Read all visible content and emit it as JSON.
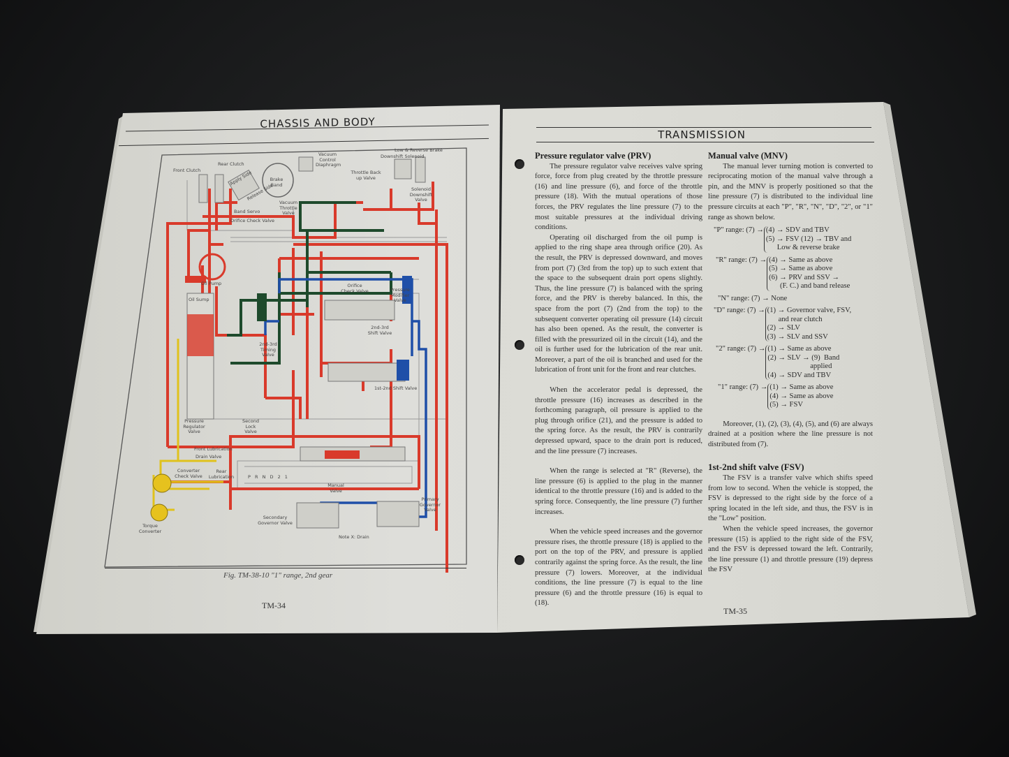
{
  "left_page": {
    "header": "CHASSIS AND BODY",
    "figure": {
      "caption": "Fig. TM-38-10  \"1\" range, 2nd gear",
      "labels": {
        "front_clutch": "Front Clutch",
        "rear_clutch": "Rear Clutch",
        "brake_band": "Brake Band",
        "band_servo": "Band Servo",
        "release_side": "Release Side",
        "apply_side": "Apply Side",
        "orifice_check_valve": "Orifice Check Valve",
        "vacuum_control_diaphragm": "Vacuum Control Diaphragm",
        "vacuum_throttle_valve": "Vacuum Throttle Valve",
        "throttle_back_up_valve": "Throttle Back up Valve",
        "low_reverse_brake": "Low & Reverse Brake",
        "downshift_solenoid": "Downshift Solenoid",
        "solenoid_downshift_valve": "Solenoid Downshift Valve",
        "oil_pump": "Oil Pump",
        "oil_sump": "Oil Sump",
        "timing_valve": "2nd-3rd Timing Valve",
        "orifice_check_valve_2": "Orifice Check Valve",
        "pressure_modifier_valve": "Pressure Modifier Valve",
        "shift_valve_23": "2nd-3rd Shift Valve",
        "shift_valve_12": "1st-2nd Shift Valve",
        "pressure_regulator_valve": "Pressure Regulator Valve",
        "second_lock_valve": "Second Lock Valve",
        "front_lubrication": "Front Lubrication",
        "drain_valve": "Drain Valve",
        "converter_check_valve": "Converter Check Valve",
        "rear_lubrication": "Rear Lubrication",
        "torque_converter": "Torque Converter",
        "manual_valve": "Manual Valve",
        "selector_positions": "P R N D 2 1",
        "secondary_governor_valve": "Secondary Governor Valve",
        "primary_governor_valve": "Primary Governor Valve",
        "note_drain": "Note X: Drain"
      },
      "colors": {
        "line_pressure": "#d93a2b",
        "throttle_pressure": "#1e4a2c",
        "governor_pressure": "#1f4fa8",
        "converter": "#e0c21c"
      }
    },
    "page_number": "TM-34"
  },
  "right_page": {
    "header": "TRANSMISSION",
    "page_number": "TM-35",
    "prv": {
      "title": "Pressure regulator valve (PRV)",
      "paragraphs": [
        "The pressure regulator valve receives valve spring force, force from plug created by the throttle pressure (16) and line pressure (6), and force of the throttle pressure (18). With the mutual operations of those forces, the PRV regulates the line pressure (7) to the most suitable pressures at the individual driving conditions.",
        "Operating oil discharged from the oil pump is applied to the ring shape area through orifice (20). As the result, the PRV is depressed downward, and moves from port (7) (3rd from the top) up to such extent that the space to the subsequent drain port opens slightly. Thus, the line pressure (7) is balanced with the spring force, and the PRV is thereby balanced. In this, the space from the port (7) (2nd from the top) to the subsequent converter operating oil pressure (14) circuit has also been opened. As the result, the converter is filled with the pressurized oil in the circuit (14), and the oil is further used for the lubrication of the rear unit. Moreover, a part of the oil is branched and used for the lubrication of front unit for the front and rear clutches.",
        "When the accelerator pedal is depressed, the throttle pressure (16) increases as described in the forthcoming paragraph, oil pressure is applied to the plug through orifice (21), and the pressure is added to the spring force. As the result, the PRV is contrarily depressed upward, space to the drain port is reduced, and the line pressure (7) increases.",
        "When the range is selected at \"R\" (Reverse), the line pressure (6) is applied to the plug in the manner identical to the throttle pressure (16) and is added to the spring force. Consequently, the line pressure (7) further increases.",
        "When the vehicle speed increases and the governor pressure rises, the throttle pressure (18) is applied to the port on the top of the PRV, and pressure is applied contrarily against the spring force. As the result, the line pressure (7) lowers. Moreover, at the individual conditions, the line pressure (7) is equal to the line pressure (6) and the throttle pressure (16) is equal to (18)."
      ]
    },
    "mnv": {
      "title": "Manual valve (MNV)",
      "intro": "The manual lever turning motion is converted to reciprocating motion of the manual valve through a pin, and the MNV is properly positioned so that the line pressure (7) is distributed to the individual line pressure circuits at each \"P\", \"R\", \"N\", \"D\", \"2\", or \"1\" range as shown below.",
      "ranges": [
        {
          "label": "\"P\" range:  (7) →",
          "items": [
            "(4) → SDV and TBV",
            "(5) → FSV (12) → TBV and",
            "      Low & reverse brake"
          ]
        },
        {
          "label": "\"R\" range:  (7) →",
          "items": [
            "(4) → Same as above",
            "(5) → Same as above",
            "(6) → PRV and SSV →",
            "      (F. C.) and band release"
          ]
        },
        {
          "label": "\"N\" range:  (7) → None",
          "items": []
        },
        {
          "label": "\"D\" range:  (7) →",
          "items": [
            "(1) → Governor valve, FSV,",
            "      and rear clutch",
            "(2) → SLV",
            "(3) → SLV and SSV"
          ]
        },
        {
          "label": "\"2\" range:  (7) →",
          "items": [
            "(1) → Same as above",
            "(2) → SLV → (9)  Band",
            "                       applied",
            "(4) → SDV and TBV"
          ]
        },
        {
          "label": "\"1\" range:  (7) →",
          "items": [
            "(1) → Same as above",
            "(4) → Same as above",
            "(5) → FSV"
          ]
        }
      ],
      "note": "Moreover, (1), (2), (3), (4), (5), and (6) are always drained at a position where the line pressure is not distributed from (7)."
    },
    "fsv": {
      "title": "1st-2nd shift valve (FSV)",
      "paragraphs": [
        "The FSV is a transfer valve which shifts speed from low to second. When the vehicle is stopped, the FSV is depressed to the right side by the force of a spring located in the left side, and thus, the FSV is in the \"Low\" position.",
        "When the vehicle speed increases, the governor pressure (15) is applied to the right side of the FSV, and the FSV is depressed toward the left. Contrarily, the line pressure (1) and throttle pressure (19) depress the FSV"
      ]
    }
  }
}
